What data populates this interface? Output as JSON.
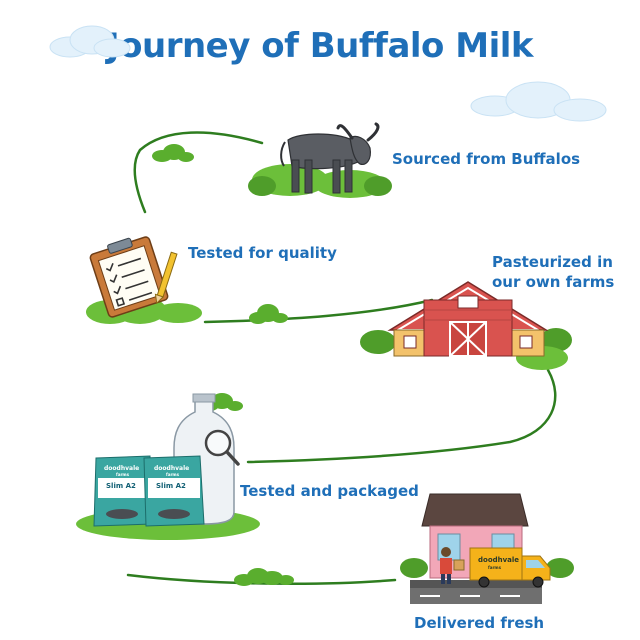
{
  "title": "Journey of Buffalo Milk",
  "steps": [
    {
      "label": "Sourced from Buffalos",
      "icon": "buffalo-icon"
    },
    {
      "label": "Tested for quality",
      "icon": "clipboard-icon"
    },
    {
      "label_line1": "Pasteurized in",
      "label_line2": "our own farms",
      "icon": "barn-icon"
    },
    {
      "label": "Tested and packaged",
      "icon": "milk-packets-icon"
    },
    {
      "label": "Delivered fresh",
      "icon": "delivery-van-icon"
    }
  ],
  "packet": {
    "brand": "doodhvale",
    "brand_sub": "farms",
    "name": "Slim A2"
  },
  "van": {
    "brand": "doodhvale",
    "brand_sub": "farms"
  },
  "colors": {
    "title": "#1f6fb8",
    "path": "#2e7d1f",
    "bush": "#6cbf3a",
    "barn": "#d9534f"
  }
}
